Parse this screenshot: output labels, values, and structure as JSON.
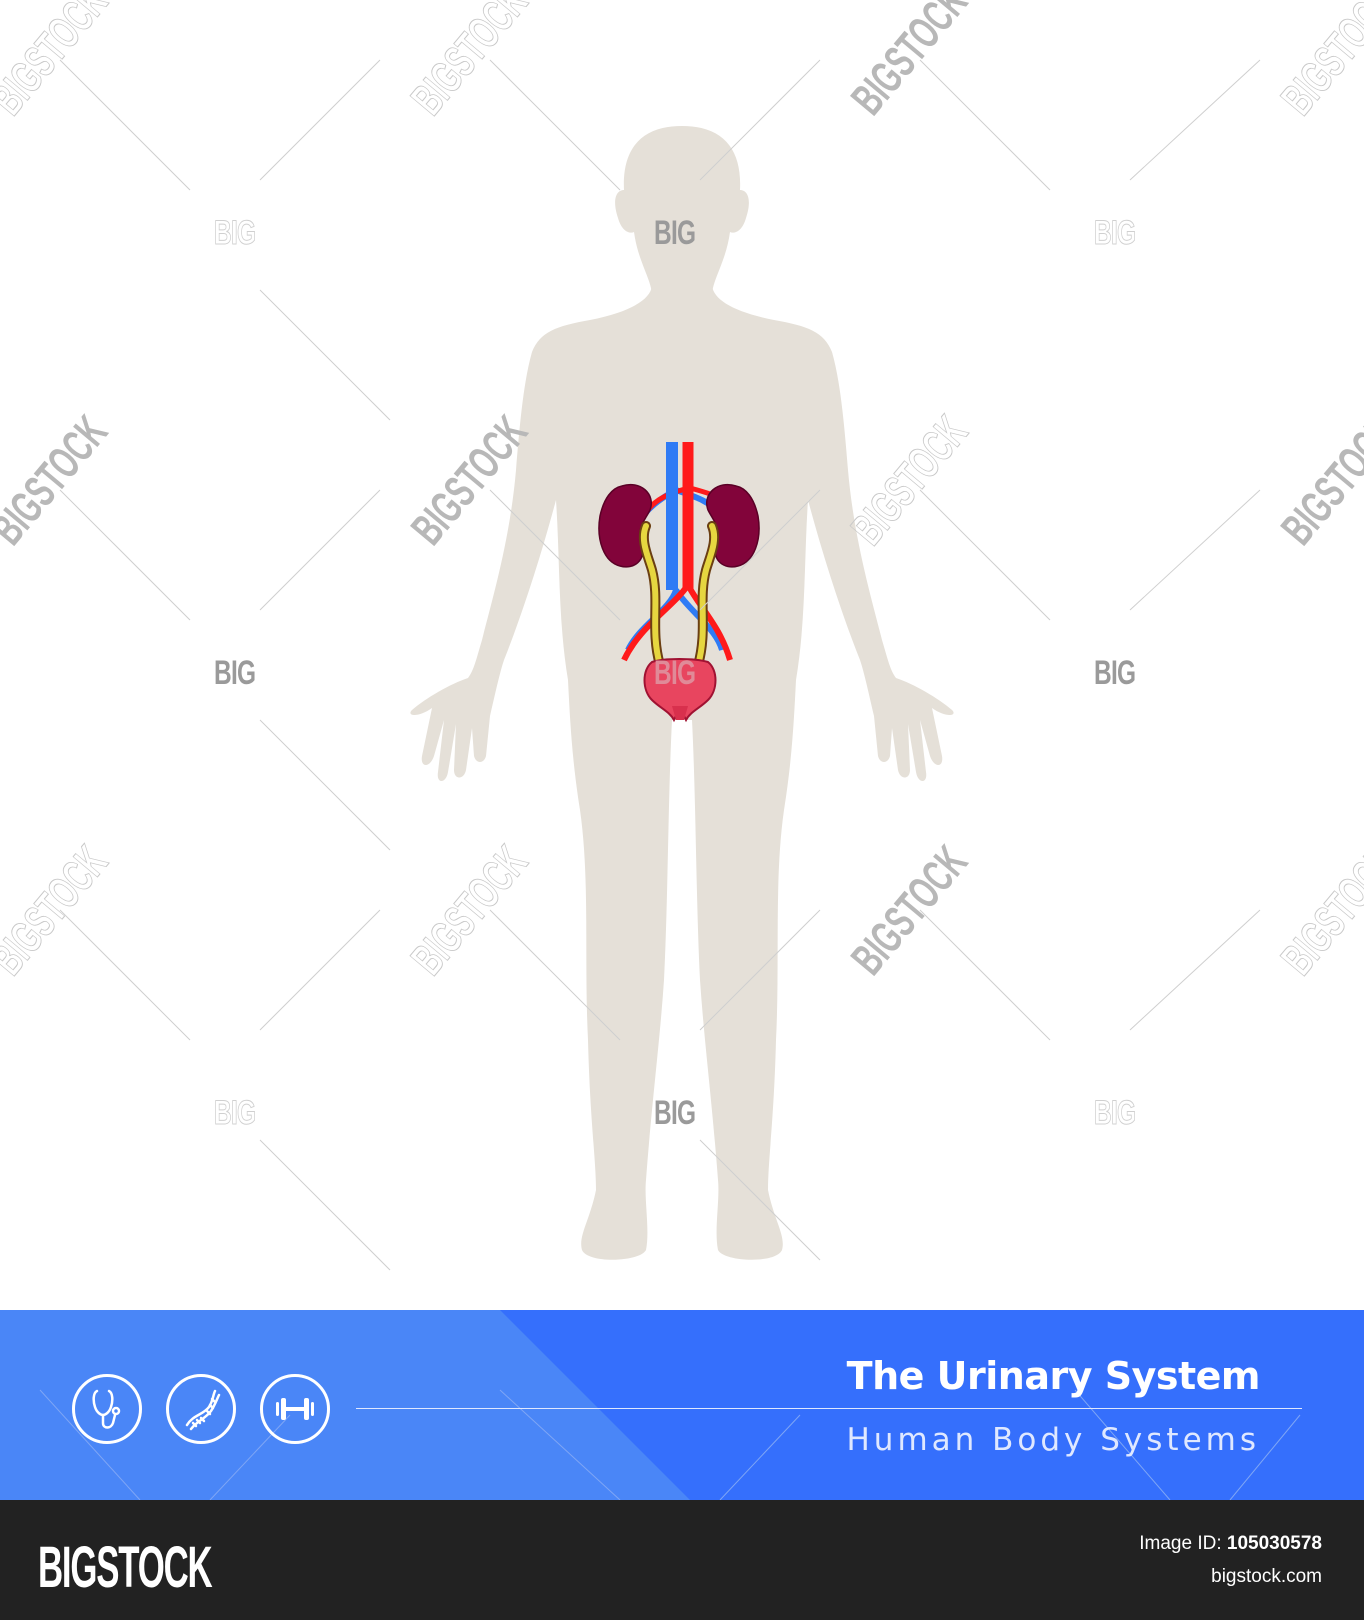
{
  "diagram": {
    "title": "The Urinary System",
    "subtitle": "Human Body Systems",
    "subject": "Human body silhouette showing urinary system",
    "organs": [
      {
        "name": "left-kidney",
        "color": "#82043a"
      },
      {
        "name": "right-kidney",
        "color": "#82043a"
      },
      {
        "name": "vena-cava",
        "color": "#2f7bf5"
      },
      {
        "name": "aorta",
        "color": "#ff1a1a"
      },
      {
        "name": "left-ureter",
        "color": "#e6d640"
      },
      {
        "name": "right-ureter",
        "color": "#e6d640"
      },
      {
        "name": "bladder",
        "color": "#e8455f"
      }
    ],
    "icons": [
      {
        "name": "stethoscope-icon"
      },
      {
        "name": "dna-icon"
      },
      {
        "name": "dumbbell-icon"
      }
    ]
  },
  "watermarks": {
    "short": "BIG",
    "long": "BIGSTOCK"
  },
  "footer": {
    "brand": "BIGSTOCK",
    "image_id_label": "Image ID:",
    "image_id_value": "105030578",
    "site": "bigstock.com"
  },
  "colors": {
    "silhouette": "#e5e0d8",
    "banner_dark": "#356ffc",
    "banner_light": "#4a86f7",
    "footer_bg": "#222222"
  }
}
